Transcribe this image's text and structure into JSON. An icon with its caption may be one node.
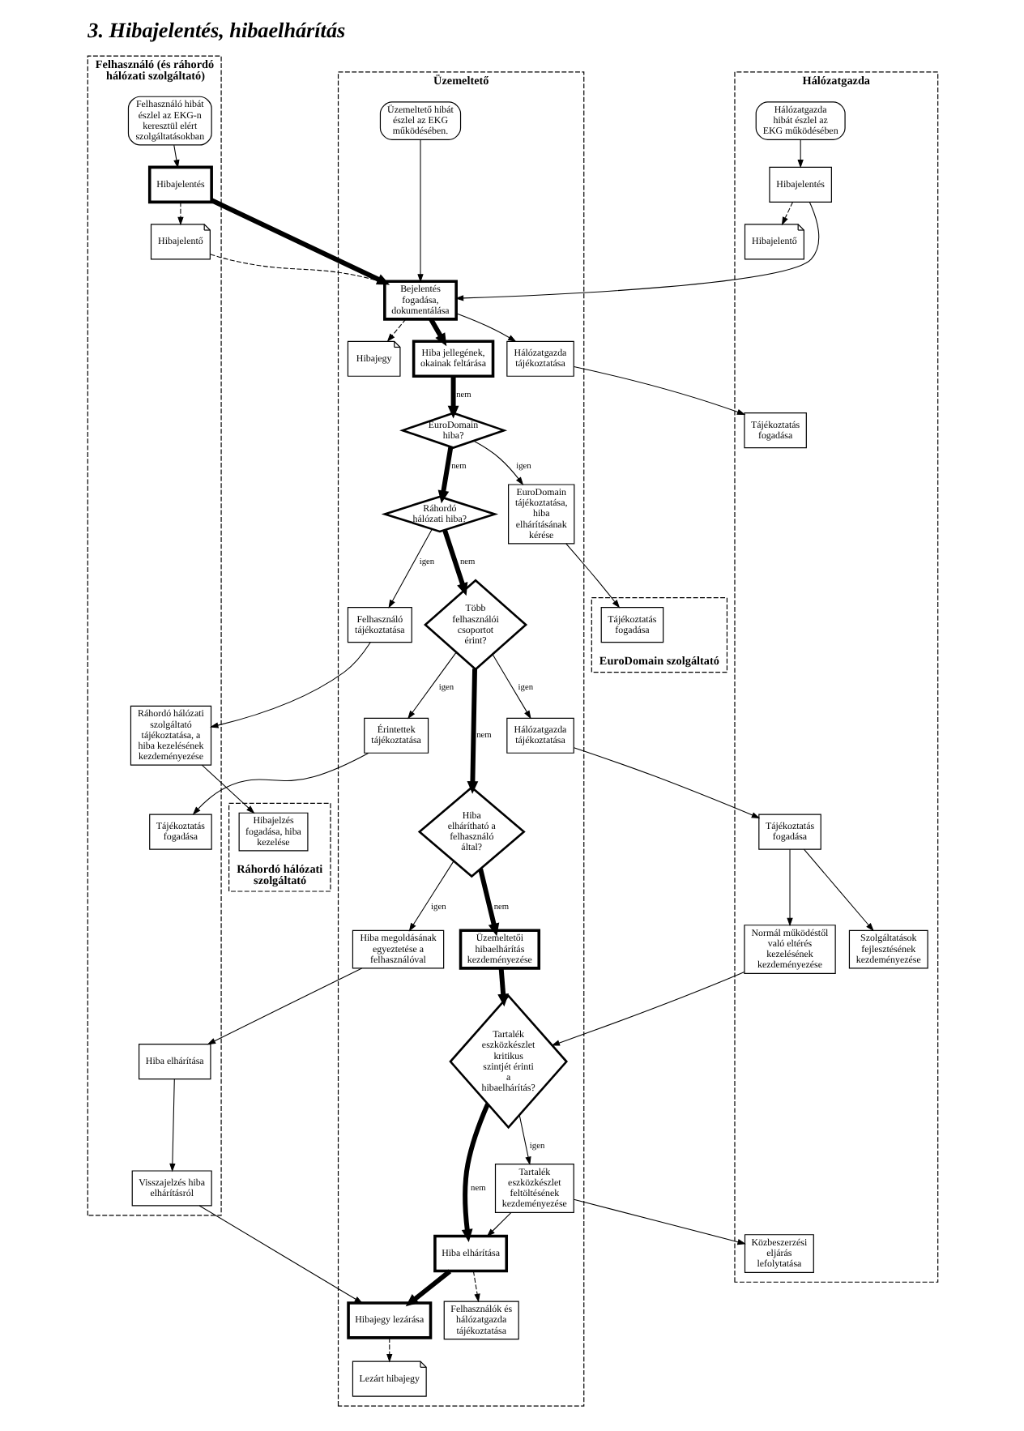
{
  "diagram": {
    "title": "3. Hibajelentés, hibaelhárítás",
    "nodes": [
      {
        "text": [
          "Felhasználó (és ráhordó hálózati szolgáltató)"
        ]
      },
      {
        "text": [
          "Üzemeltető"
        ]
      },
      {
        "text": [
          "Hálózatgazda"
        ]
      },
      {
        "text": [
          "EuroDomain szolgáltató"
        ]
      },
      {
        "text": [
          "Ráhordó hálózati szolgáltató"
        ]
      },
      {
        "text": [
          "Felhasználó hibát észlel az EKG-n keresztül elért szolgáltatásokban"
        ],
        "in": 0
      },
      {
        "text": [
          "Hibajegy"
        ],
        "in": 1
      },
      {
        "text": [
          "Üzemeltető hibát észlel az EKG működésében."
        ],
        "in": 1
      },
      {
        "text": [
          "Hálózatgazda hibát észlel az EKG működésében"
        ],
        "in": 2
      },
      {
        "text": [
          "Hibajelentés"
        ],
        "in": 0
      },
      {
        "text": [
          "Bejelentés fogadása, dokumentálása"
        ],
        "in": 1
      },
      {
        "text": [
          "Hibajelentés"
        ],
        "in": 2
      },
      {
        "text": [
          "Hibajelentő"
        ],
        "in": 0
      },
      {
        "text": [
          "Hibajelentő"
        ],
        "in": 2
      },
      {
        "text": [
          "Hiba jellegének, okainak feltárása"
        ],
        "in": 1
      },
      {
        "text": [
          "Hálózatgazda tájékoztatása"
        ],
        "in": 1
      },
      {
        "text": [
          "Tájékoztatás fogadása"
        ],
        "in": 2
      },
      {
        "text": [
          "EuroDomain hiba?"
        ],
        "in": 1
      },
      {
        "text": [
          "EuroDomain tájékoztatása, hiba elhárításának kérése"
        ],
        "in": 1
      },
      {
        "text": [
          "Tájékoztatás fogadása"
        ],
        "in": 3
      },
      {
        "text": [
          "Felhasználó tájékoztatása"
        ],
        "in": 1
      },
      {
        "text": [
          "Ráhordó hálózati hiba?"
        ],
        "in": 1
      },
      {
        "text": [
          "Szolgáltatások fejlesztésének kezdeményezése"
        ],
        "in": 2
      },
      {
        "text": [
          "Ráhordó hálózati szolgáltató tájékoztatása, a hiba kezelésének kezdeményezése"
        ],
        "in": 0
      },
      {
        "text": [
          "Hibajelzés fogadása, hiba kezelése"
        ],
        "in": 4
      },
      {
        "text": [
          "Több felhasználói csoportot érint?"
        ],
        "in": 1
      },
      {
        "text": [
          "Érintettek tájékoztatása"
        ],
        "in": 1
      },
      {
        "text": [
          "Hálózatgazda tájékoztatása"
        ],
        "in": 1
      },
      {
        "text": [
          "Tájékoztatás fogadása"
        ],
        "in": 2
      },
      {
        "text": [
          "Tájékoztatás fogadása"
        ],
        "in": 0
      },
      {
        "text": [
          "Hiba elhárítható a felhasználó által?"
        ],
        "in": 1
      },
      {
        "text": [
          "Hiba megoldásának egyeztetése a felhasználóval"
        ],
        "in": 1
      },
      {
        "text": [
          "Üzemeltetői hibaelhárítás kezdeményezése"
        ],
        "in": 1
      },
      {
        "text": [
          "Normál működéstől való eltérés kezelésének kezdeményezése"
        ],
        "in": 2
      },
      {
        "text": [
          "Hiba elhárítása"
        ],
        "in": 0
      },
      {
        "text": [
          "Tartalék eszközkészlet kritikus szintjét érinti a hibaelhárítás?"
        ],
        "in": 1
      },
      {
        "text": [
          "Visszajelzés hiba elhárításról"
        ],
        "in": 0
      },
      {
        "text": [
          "Hibajegy lezárása"
        ],
        "in": 1
      },
      {
        "text": [
          "Lezárt hibajegy"
        ],
        "in": 1
      },
      {
        "text": [
          "Tartalék eszközkészlet feltöltésének kezdeményezése"
        ],
        "in": 1
      },
      {
        "text": [
          "Közbeszerzési eljárás lefolytatása"
        ],
        "in": 2
      },
      {
        "text": [
          "Hiba elhárítása"
        ],
        "in": 1
      },
      {
        "text": [
          "Felhasználók és hálózatgazda tájékoztatása"
        ],
        "in": 1
      }
    ],
    "edges": [
      {
        "from": 5,
        "to": 9,
        "arrow": "to"
      },
      {
        "from": 9,
        "to": 10,
        "arrow": "to",
        "style": "thick"
      },
      {
        "from": 9,
        "to": 12,
        "arrow": "to",
        "style": "dashed"
      },
      {
        "from": 12,
        "to": 10,
        "arrow": "to",
        "style": "dashed"
      },
      {
        "from": 8,
        "to": 11,
        "arrow": "to"
      },
      {
        "from": 11,
        "to": 13,
        "arrow": "to",
        "style": "dashed"
      },
      {
        "from": 11,
        "to": 10,
        "arrow": "to"
      },
      {
        "from": 7,
        "to": 10,
        "arrow": "to"
      },
      {
        "from": 10,
        "to": 6,
        "arrow": "to",
        "style": "dashed"
      },
      {
        "from": 10,
        "to": 14,
        "arrow": "to",
        "style": "thick"
      },
      {
        "from": 10,
        "to": 15,
        "arrow": "to"
      },
      {
        "from": 15,
        "to": 16,
        "arrow": "to"
      },
      {
        "from": 14,
        "to": 17,
        "arrow": "to",
        "label": "nem",
        "style": "thick"
      },
      {
        "from": 17,
        "to": 18,
        "arrow": "to",
        "label": "igen"
      },
      {
        "from": 17,
        "to": 21,
        "arrow": "to",
        "label": "nem",
        "style": "thick"
      },
      {
        "from": 18,
        "to": 19,
        "arrow": "to"
      },
      {
        "from": 21,
        "to": 20,
        "arrow": "to",
        "label": "igen"
      },
      {
        "from": 21,
        "to": 25,
        "arrow": "to",
        "label": "nem",
        "style": "thick"
      },
      {
        "from": 20,
        "to": 23,
        "arrow": "to"
      },
      {
        "from": 23,
        "to": 24,
        "arrow": "to"
      },
      {
        "from": 25,
        "to": 27,
        "arrow": "to",
        "label": "igen"
      },
      {
        "from": 25,
        "to": 26,
        "arrow": "to",
        "label": "igen"
      },
      {
        "from": 25,
        "to": 30,
        "arrow": "to",
        "label": "nem",
        "style": "thick"
      },
      {
        "from": 27,
        "to": 28,
        "arrow": "to"
      },
      {
        "from": 28,
        "to": 22,
        "arrow": "to"
      },
      {
        "from": 28,
        "to": 33,
        "arrow": "to"
      },
      {
        "from": 26,
        "to": 29,
        "arrow": "to"
      },
      {
        "from": 30,
        "to": 32,
        "arrow": "to",
        "label": "nem",
        "style": "thick"
      },
      {
        "from": 30,
        "to": 31,
        "arrow": "to",
        "label": "igen"
      },
      {
        "from": 31,
        "to": 34,
        "arrow": "to"
      },
      {
        "from": 34,
        "to": 36,
        "arrow": "to"
      },
      {
        "from": 36,
        "to": 37,
        "arrow": "to"
      },
      {
        "from": 32,
        "to": 35,
        "arrow": "to",
        "style": "thick"
      },
      {
        "from": 33,
        "to": 35,
        "arrow": "to"
      },
      {
        "from": 35,
        "to": 39,
        "arrow": "to",
        "label": "igen"
      },
      {
        "from": 35,
        "to": 41,
        "arrow": "to",
        "label": "nem",
        "style": "thick"
      },
      {
        "from": 39,
        "to": 40,
        "arrow": "to"
      },
      {
        "from": 39,
        "to": 41,
        "arrow": "to"
      },
      {
        "from": 41,
        "to": 37,
        "arrow": "to",
        "style": "thick"
      },
      {
        "from": 41,
        "to": 42,
        "arrow": "to",
        "style": "dashed"
      },
      {
        "from": 37,
        "to": 38,
        "arrow": "to",
        "style": "dashed"
      }
    ]
  }
}
